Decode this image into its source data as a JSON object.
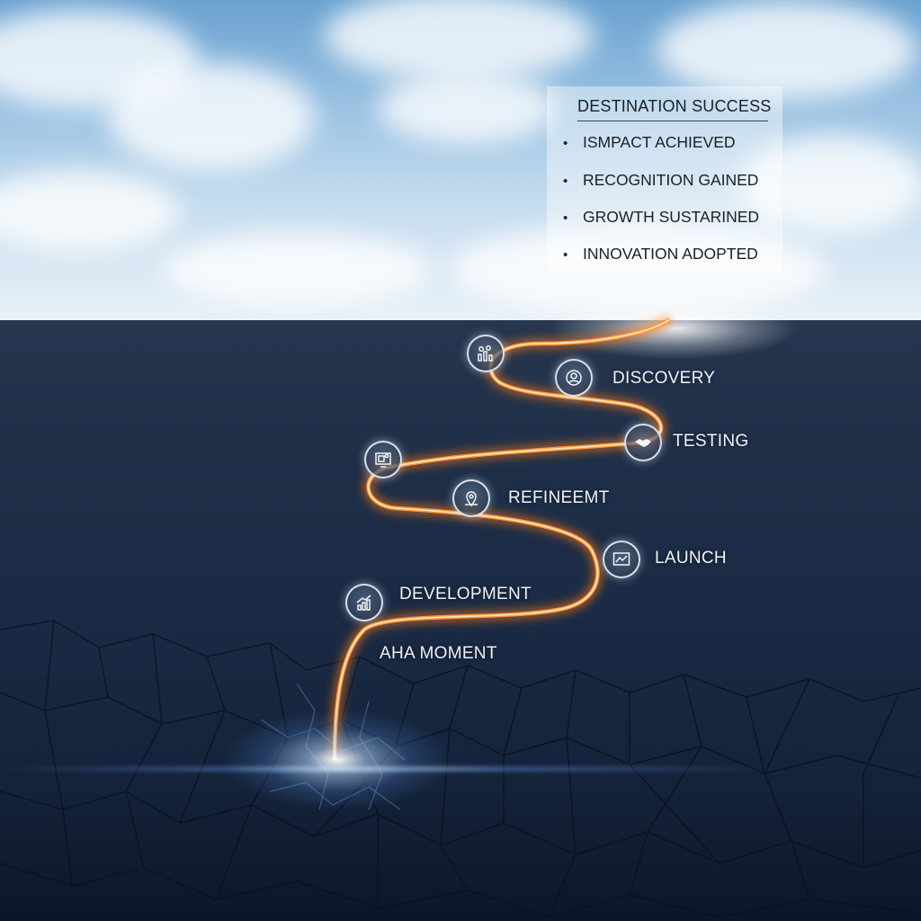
{
  "success": {
    "title": "DESTINATION SUCCESS",
    "items": [
      "ISMPACT ACHIEVED",
      "RECOGNITION GAINED",
      "GROWTH SUSTARINED",
      "INNOVATION ADOPTED"
    ]
  },
  "stages": {
    "discovery": "DISCOVERY",
    "testing": "TESTING",
    "refinement": "REFINEEMT",
    "launch": "LAUNCH",
    "development": "DEVELOPMENT",
    "aha": "AHA MOMENT"
  },
  "icons": {
    "top": "people-chart-icon",
    "discovery": "person-search-icon",
    "testing": "handshake-icon",
    "prototype": "monitor-icon",
    "refinement": "location-pin-icon",
    "launch": "line-chart-icon",
    "development": "bar-growth-icon"
  },
  "colors": {
    "path": "#ff9a3a",
    "path_core": "#ffe9c2",
    "sky": "#93bde0",
    "ground": "#1a2a44"
  }
}
